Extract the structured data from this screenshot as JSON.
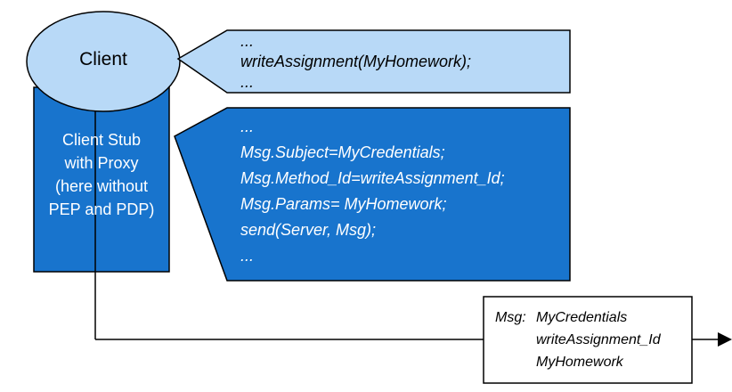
{
  "diagram": {
    "client": {
      "label": "Client"
    },
    "client_stub": {
      "lines": [
        "Client Stub",
        "with Proxy",
        "(here without",
        "PEP and PDP)"
      ]
    },
    "client_code_callout": {
      "lines": [
        "...",
        "writeAssignment(MyHomework);",
        "..."
      ]
    },
    "stub_code_callout": {
      "lines": [
        "...",
        "Msg.Subject=MyCredentials;",
        "Msg.Method_Id=writeAssignment_Id;",
        "Msg.Params= MyHomework;",
        "send(Server, Msg);",
        "..."
      ]
    },
    "message_box": {
      "label": "Msg:",
      "values": [
        "MyCredentials",
        "writeAssignment_Id",
        "MyHomework"
      ]
    },
    "colors": {
      "light_blue": "#b8d9f7",
      "dark_blue": "#1874cd",
      "outline": "#000000",
      "background": "#ffffff"
    }
  }
}
